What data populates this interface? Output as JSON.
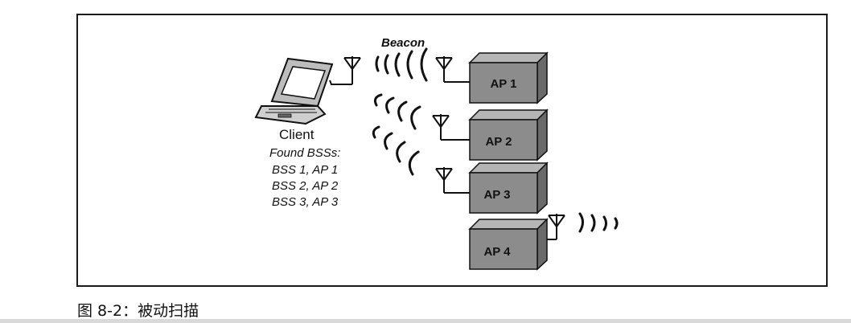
{
  "diagram": {
    "beacon_label": "Beacon",
    "client": {
      "name": "Client",
      "found_title": "Found BSSs:",
      "found_list": [
        "BSS 1, AP 1",
        "BSS 2, AP 2",
        "BSS 3, AP 3"
      ]
    },
    "access_points": [
      "AP 1",
      "AP 2",
      "AP 3",
      "AP 4"
    ]
  },
  "caption": "图 8-2：被动扫描",
  "colors": {
    "box_front": "#8c8c8c",
    "box_top": "#b5b5b5",
    "box_side": "#6a6a6a",
    "line": "#111111"
  }
}
